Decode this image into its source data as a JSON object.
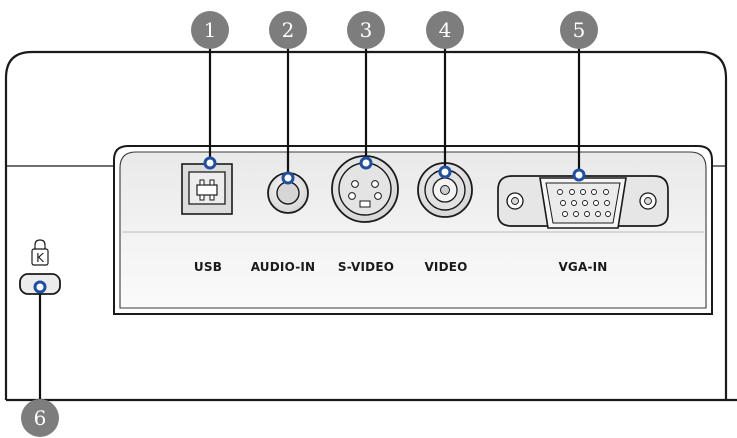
{
  "callouts": {
    "c1": "1",
    "c2": "2",
    "c3": "3",
    "c4": "4",
    "c5": "5",
    "c6": "6"
  },
  "ports": {
    "usb": "USB",
    "audio_in": "AUDIO-IN",
    "s_video": "S-VIDEO",
    "video": "VIDEO",
    "vga_in": "VGA-IN"
  },
  "lock": {
    "glyph": "K"
  },
  "colors": {
    "callout": "#7d7d7d",
    "panel_fill": "#f4f4f4",
    "panel_stroke": "#1a1a1a",
    "leader": "#111111",
    "marker": "#1f4fa3"
  }
}
